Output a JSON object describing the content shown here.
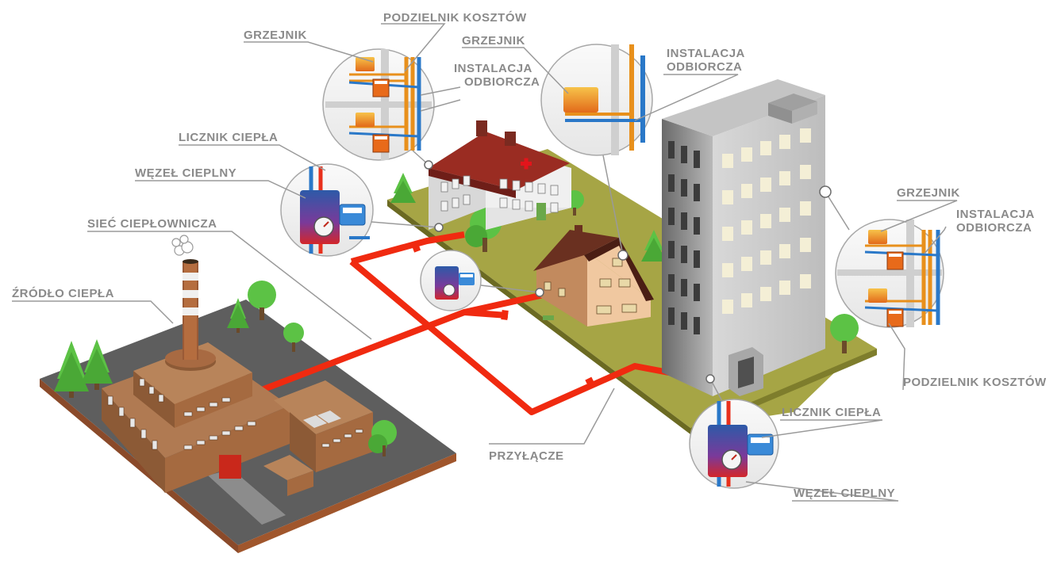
{
  "labels": {
    "grzejnik_1": "GRZEJNIK",
    "podzielnik_1": "PODZIELNIK KOSZTÓW",
    "grzejnik_2": "GRZEJNIK",
    "instalacja_1": "INSTALACJA",
    "odbiorcza_1": "ODBIORCZA",
    "instalacja_2": "INSTALACJA",
    "odbiorcza_2": "ODBIORCZA",
    "licznik_1": "LICZNIK CIEPŁA",
    "wezel_1": "WĘZEŁ CIEPLNY",
    "siec": "SIEĆ CIEPŁOWNICZA",
    "zrodlo": "ŹRÓDŁO CIEPŁA",
    "grzejnik_3": "GRZEJNIK",
    "instalacja_3": "INSTALACJA",
    "odbiorcza_3": "ODBIORCZA",
    "podzielnik_2": "PODZIELNIK KOSZTÓW",
    "licznik_2": "LICZNIK CIEPŁA",
    "przylacze": "PRZYŁĄCZE",
    "wezel_2": "WĘZEŁ CIEPLNY"
  },
  "colors": {
    "pipe_red": "#f02a10",
    "pipe_orange": "#e8901c",
    "pipe_blue": "#2a78c8",
    "ground": "#a6a545",
    "lot": "#5e5e5e",
    "factory": "#a0704a",
    "roof_red": "#8b2a20",
    "tree_green": "#5cc245",
    "label_gray": "#8a8a8a"
  },
  "icons": [
    "chimney-smoke-icon",
    "red-cross-icon",
    "heat-meter-icon",
    "radiator-icon",
    "cost-allocator-icon",
    "tree-icon"
  ]
}
